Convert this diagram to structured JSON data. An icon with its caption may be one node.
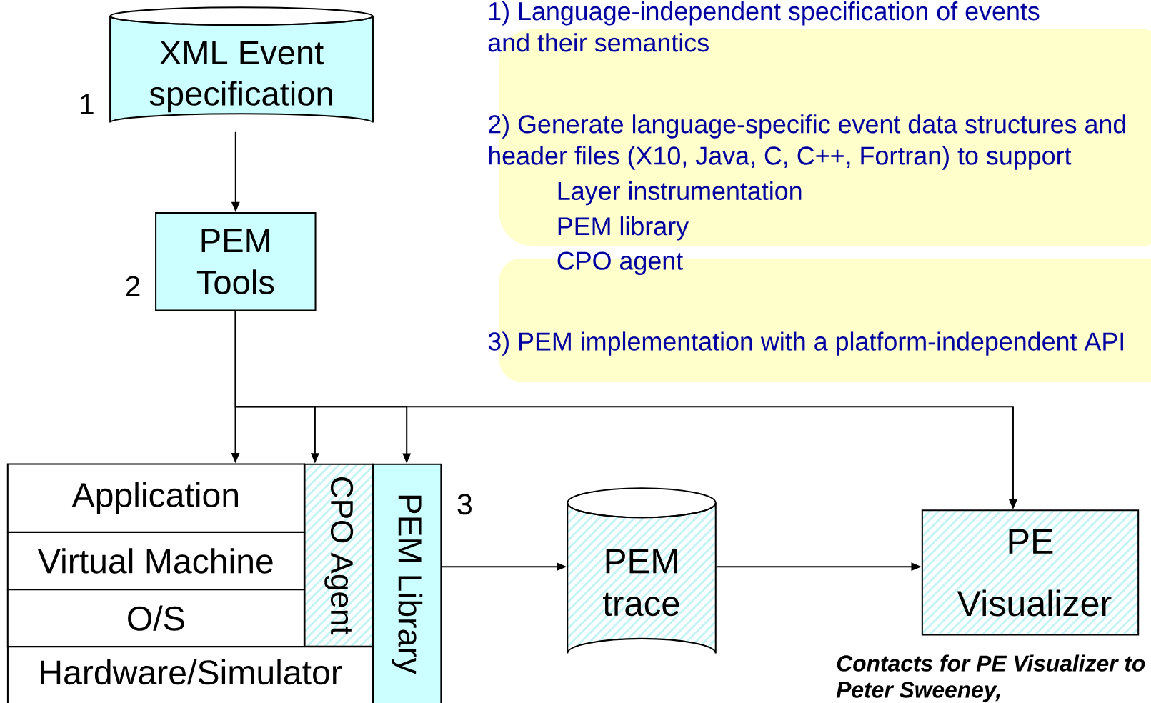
{
  "diagram": {
    "nodes": [
      {
        "text": [
          "XML Event specification"
        ],
        "beside": [
          "1"
        ]
      },
      {
        "text": [
          "PEM Tools"
        ],
        "beside": [
          "2"
        ]
      },
      {
        "text": [
          "Application"
        ]
      },
      {
        "text": [
          "Virtual Machine"
        ]
      },
      {
        "text": [
          "O/S"
        ]
      },
      {
        "text": [
          "Hardware/Simulator"
        ]
      },
      {
        "text": [
          "CPO Agent"
        ]
      },
      {
        "text": [
          "PEM Library"
        ],
        "beside": [
          "3"
        ]
      },
      {
        "text": [
          "PEM trace"
        ]
      },
      {
        "text": [
          "PE Visualizer"
        ]
      }
    ],
    "edges": [
      {
        "from": 0,
        "to": 1,
        "arrow": "to"
      },
      {
        "from": 1,
        "to": 2,
        "arrow": "to"
      },
      {
        "from": 1,
        "to": 6,
        "arrow": "to"
      },
      {
        "from": 1,
        "to": 7,
        "arrow": "to"
      },
      {
        "from": 1,
        "to": 9,
        "arrow": "to"
      },
      {
        "from": 7,
        "to": 8,
        "arrow": "to"
      },
      {
        "from": 8,
        "to": 9,
        "arrow": "to"
      }
    ],
    "labels": [
      "1) Language-independent specification of events and their semantics",
      "2) Generate language-specific event data structures and header files (X10, Java, C, C++, Fortran) to support",
      "Layer instrumentation",
      "PEM library",
      "CPO agent",
      "3) PEM implementation with a platform-independent API",
      "Contacts for PE Visualizer to Peter Sweeney,"
    ]
  }
}
